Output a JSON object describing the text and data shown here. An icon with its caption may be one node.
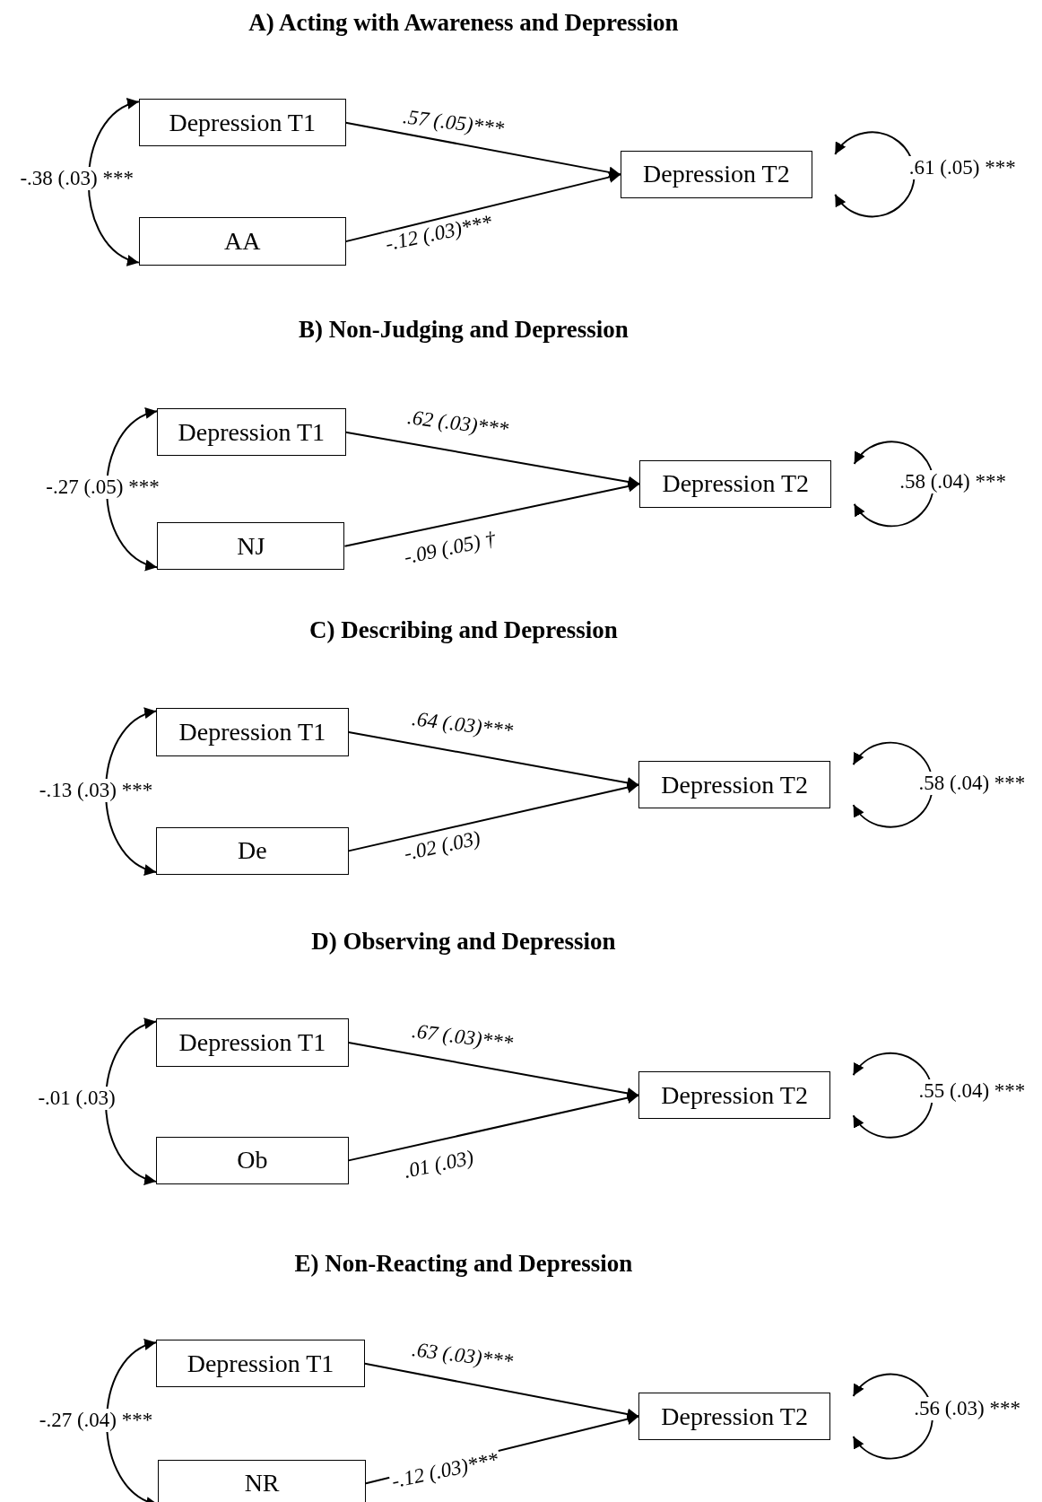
{
  "diagram": {
    "nodes": [
      {
        "text": [
          "Depression T1"
        ]
      },
      {
        "text": [
          "Depression T2"
        ]
      },
      {
        "text": [
          "AA"
        ]
      },
      {
        "text": [
          "Depression T1"
        ]
      },
      {
        "text": [
          "Depression T2"
        ]
      },
      {
        "text": [
          "NJ"
        ]
      },
      {
        "text": [
          "Depression T1"
        ]
      },
      {
        "text": [
          "Depression T2"
        ]
      },
      {
        "text": [
          "De"
        ]
      },
      {
        "text": [
          "Depression T1"
        ]
      },
      {
        "text": [
          "Depression T2"
        ]
      },
      {
        "text": [
          "Ob"
        ]
      },
      {
        "text": [
          "Depression T1"
        ]
      },
      {
        "text": [
          "Depression T2"
        ]
      },
      {
        "text": [
          "NR"
        ]
      }
    ],
    "edges": [
      {
        "from": 0,
        "to": 1,
        "arrow": "to",
        "label": ".57 (.05)***"
      },
      {
        "from": 2,
        "to": 1,
        "arrow": "to",
        "label": "-.12 (.03)***"
      },
      {
        "from": 0,
        "to": 2,
        "arrow": "both",
        "label": "-.38 (.03) ***"
      },
      {
        "from": 1,
        "to": 1,
        "arrow": "both",
        "label": ".61 (.05) ***"
      },
      {
        "from": 3,
        "to": 4,
        "arrow": "to",
        "label": ".62 (.03)***"
      },
      {
        "from": 5,
        "to": 4,
        "arrow": "to",
        "label": "-.09 (.05) †"
      },
      {
        "from": 3,
        "to": 5,
        "arrow": "both",
        "label": "-.27 (.05) ***"
      },
      {
        "from": 4,
        "to": 4,
        "arrow": "both",
        "label": ".58 (.04) ***"
      },
      {
        "from": 6,
        "to": 7,
        "arrow": "to",
        "label": ".64 (.03)***"
      },
      {
        "from": 8,
        "to": 7,
        "arrow": "to",
        "label": "-.02 (.03)"
      },
      {
        "from": 6,
        "to": 8,
        "arrow": "both",
        "label": "-.13 (.03) ***"
      },
      {
        "from": 7,
        "to": 7,
        "arrow": "both",
        "label": ".58 (.04) ***"
      },
      {
        "from": 9,
        "to": 10,
        "arrow": "to",
        "label": ".67 (.03)***"
      },
      {
        "from": 11,
        "to": 10,
        "arrow": "to",
        "label": ".01 (.03)"
      },
      {
        "from": 9,
        "to": 11,
        "arrow": "both",
        "label": "-.01 (.03)"
      },
      {
        "from": 10,
        "to": 10,
        "arrow": "both",
        "label": ".55 (.04) ***"
      },
      {
        "from": 12,
        "to": 13,
        "arrow": "to",
        "label": ".63 (.03)***"
      },
      {
        "from": 14,
        "to": 13,
        "arrow": "to",
        "label": "-.12 (.03)***"
      },
      {
        "from": 12,
        "to": 14,
        "arrow": "both",
        "label": "-.27 (.04) ***"
      },
      {
        "from": 13,
        "to": 13,
        "arrow": "both",
        "label": ".56 (.03) ***"
      }
    ],
    "labels": [
      "A) Acting with Awareness and Depression",
      "B) Non-Judging and Depression",
      "C) Describing and Depression",
      "D) Observing and Depression",
      "E) Non-Reacting and Depression"
    ]
  }
}
